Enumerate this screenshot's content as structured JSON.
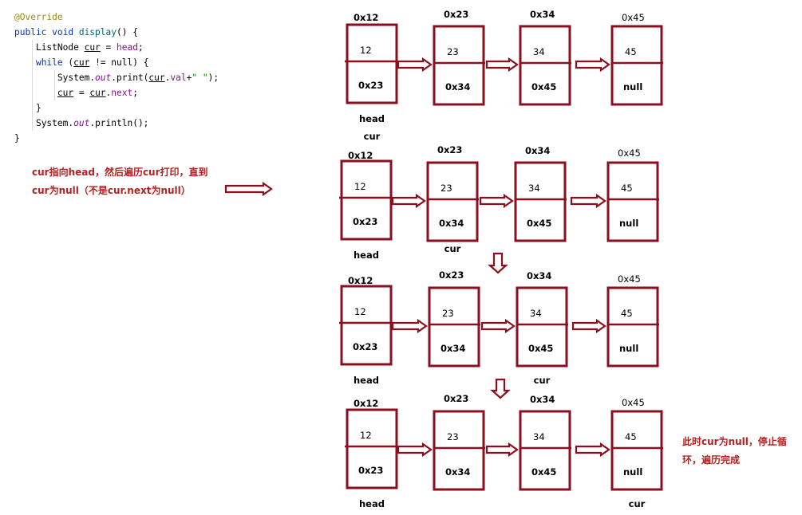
{
  "code": {
    "annotation": "@Override",
    "l1": {
      "kw": "public void ",
      "fn": "display",
      "rest": "() {"
    },
    "l2": {
      "a": "ListNode ",
      "var": "cur",
      "b": " = ",
      "fld": "head",
      "c": ";"
    },
    "l3": {
      "kw": "while",
      "a": " (",
      "var": "cur",
      "b": " != null) {"
    },
    "l4": {
      "a": "System.",
      "out": "out",
      "b": ".print(",
      "var": "cur",
      "c": ".",
      "fld": "val",
      "d": "+",
      "str": "\" \"",
      "e": ");"
    },
    "l5": {
      "var": "cur",
      "a": " = ",
      "var2": "cur",
      "b": ".",
      "fld": "next",
      "c": ";"
    },
    "l6": "}",
    "l7": {
      "a": "System.",
      "out": "out",
      "b": ".println();"
    },
    "l8": "}"
  },
  "note": {
    "line1": "cur指向head，然后遍历cur打印，直到",
    "line2": "cur为null（不是cur.next为null）"
  },
  "end_note": {
    "line1": "此时cur为null，停止循",
    "line2": "环，遍历完成"
  },
  "diagram": {
    "accent_color": "#8b0f1f",
    "rows": [
      {
        "nodes": [
          {
            "addr": "0x12",
            "val": "12",
            "next": "0x23"
          },
          {
            "addr": "0x23",
            "val": "23",
            "next": "0x34"
          },
          {
            "addr": "0x34",
            "val": "34",
            "next": "0x45"
          },
          {
            "addr": "0x45",
            "val": "45",
            "next": "null"
          }
        ],
        "pointers": [
          {
            "text": "head",
            "node": 0
          },
          {
            "text": "cur",
            "node": 0
          }
        ]
      },
      {
        "nodes": [
          {
            "addr": "0x12",
            "val": "12",
            "next": "0x23"
          },
          {
            "addr": "0x23",
            "val": "23",
            "next": "0x34"
          },
          {
            "addr": "0x34",
            "val": "34",
            "next": "0x45"
          },
          {
            "addr": "0x45",
            "val": "45",
            "next": "null"
          }
        ],
        "pointers": [
          {
            "text": "head",
            "node": 0
          },
          {
            "text": "cur",
            "node": 1
          }
        ]
      },
      {
        "nodes": [
          {
            "addr": "0x12",
            "val": "12",
            "next": "0x23"
          },
          {
            "addr": "0x23",
            "val": "23",
            "next": "0x34"
          },
          {
            "addr": "0x34",
            "val": "34",
            "next": "0x45"
          },
          {
            "addr": "0x45",
            "val": "45",
            "next": "null"
          }
        ],
        "pointers": [
          {
            "text": "head",
            "node": 0
          },
          {
            "text": "cur",
            "node": 2
          }
        ]
      },
      {
        "nodes": [
          {
            "addr": "0x12",
            "val": "12",
            "next": "0x23"
          },
          {
            "addr": "0x23",
            "val": "23",
            "next": "0x34"
          },
          {
            "addr": "0x34",
            "val": "34",
            "next": "0x45"
          },
          {
            "addr": "0x45",
            "val": "45",
            "next": "null"
          }
        ],
        "pointers": [
          {
            "text": "head",
            "node": 0
          },
          {
            "text": "cur",
            "node": 3
          }
        ]
      }
    ]
  }
}
